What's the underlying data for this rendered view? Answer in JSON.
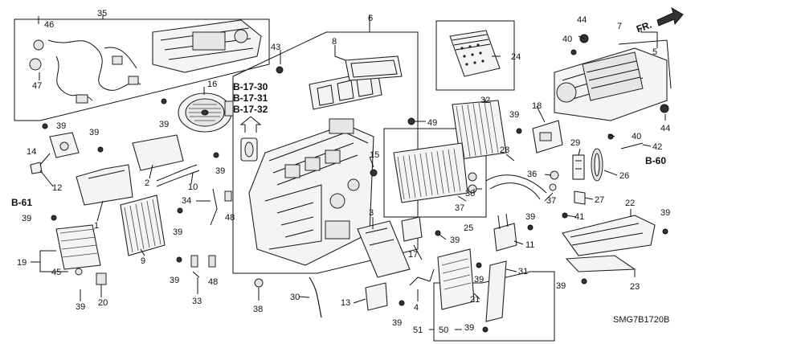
{
  "diagram": {
    "code": "SMG7B1720B",
    "front_marker": "FR.",
    "refs": {
      "b1730": "B-17-30",
      "b1731": "B-17-31",
      "b1732": "B-17-32",
      "b60": "B-60",
      "b61": "B-61"
    },
    "callouts": {
      "c1": "1",
      "c2": "2",
      "c3": "3",
      "c4": "4",
      "c5": "5",
      "c6": "6",
      "c7": "7",
      "c8": "8",
      "c9": "9",
      "c10": "10",
      "c11": "11",
      "c12": "12",
      "c13": "13",
      "c14": "14",
      "c15": "15",
      "c16": "16",
      "c17": "17",
      "c18": "18",
      "c19": "19",
      "c20": "20",
      "c21": "21",
      "c22": "22",
      "c23": "23",
      "c24": "24",
      "c25": "25",
      "c26": "26",
      "c27": "27",
      "c28": "28",
      "c29": "29",
      "c30": "30",
      "c31": "31",
      "c32": "32",
      "c33": "33",
      "c34": "34",
      "c35": "35",
      "c36": "36",
      "c37": "37",
      "c38": "38",
      "c39": "39",
      "c40": "40",
      "c41": "41",
      "c42": "42",
      "c43": "43",
      "c44": "44",
      "c45": "45",
      "c46": "46",
      "c47": "47",
      "c48": "48",
      "c49": "49",
      "c50": "50",
      "c51": "51"
    }
  }
}
